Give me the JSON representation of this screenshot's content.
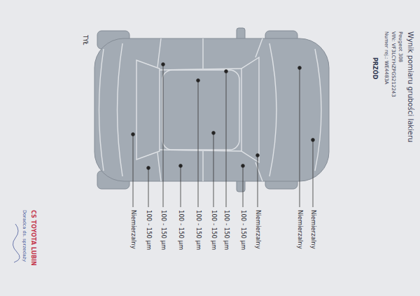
{
  "diagram": {
    "title": "Wynik pomiaru grubości lakieru",
    "labels": [
      "Peugeot 308",
      "VIN: VF3LCYHZPGS212243",
      "Numer rej.: WE4483A",
      "PRZÓD",
      "Niemierzalny",
      "Niemierzalny",
      "Niemierzalny",
      "100 - 150 µm",
      "100 - 150 µm",
      "100 - 150 µm",
      "100 - 150 µm",
      "100 - 150 µm",
      "100 - 150 µm",
      "100 - 150 µm",
      "Niemierzalny",
      "TYŁ",
      "CS TOYOTA LUBIN",
      "Doradca ds. sprzedaży"
    ]
  }
}
